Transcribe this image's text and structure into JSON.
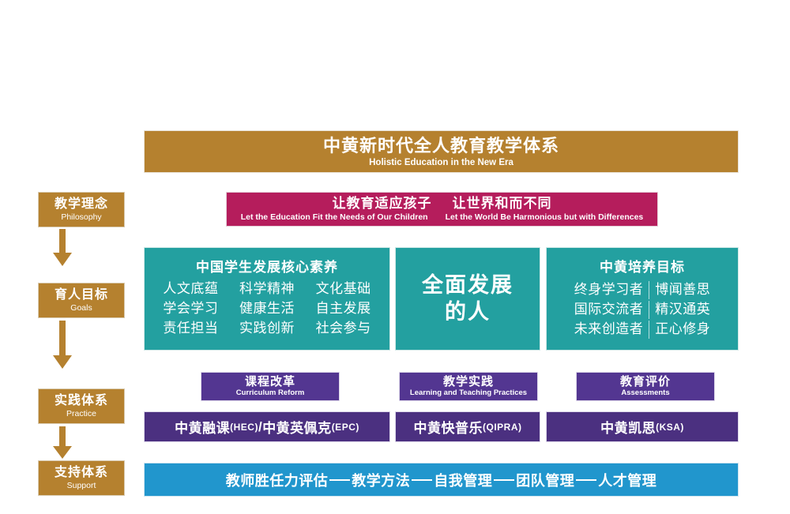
{
  "header": {
    "title_cn": "中黄新时代全人教育教学体系",
    "title_en": "Holistic Education in the New Era",
    "color": "#b5812f"
  },
  "sidebar": {
    "items": [
      {
        "cn": "教学理念",
        "en": "Philosophy"
      },
      {
        "cn": "育人目标",
        "en": "Goals"
      },
      {
        "cn": "实践体系",
        "en": "Practice"
      },
      {
        "cn": "支持体系",
        "en": "Support"
      }
    ],
    "color": "#b5812f",
    "arrow_icon": "down-arrow-icon"
  },
  "philosophy": {
    "color": "#b51d5c",
    "statements": [
      {
        "cn": "让教育适应孩子",
        "en": "Let the Education Fit the Needs of Our Children"
      },
      {
        "cn": "让世界和而不同",
        "en": "Let the World Be Harmonious but with Differences"
      }
    ]
  },
  "goals": {
    "color": "#23a0a0",
    "left_panel": {
      "title": "中国学生发展核心素养",
      "cells": [
        "人文底蕴",
        "科学精神",
        "文化基础",
        "学会学习",
        "健康生活",
        "自主发展",
        "责任担当",
        "实践创新",
        "社会参与"
      ]
    },
    "center_panel": {
      "line1": "全面发展",
      "line2": "的人"
    },
    "right_panel": {
      "title": "中黄培养目标",
      "rows": [
        {
          "left": "终身学习者",
          "right": "博闻善思"
        },
        {
          "left": "国际交流者",
          "right": "精汉通英"
        },
        {
          "left": "未来创造者",
          "right": "正心修身"
        }
      ]
    }
  },
  "practice": {
    "header_color": "#533691",
    "program_color": "#4b3080",
    "headers": [
      {
        "cn": "课程改革",
        "en": "Curriculum Reform"
      },
      {
        "cn": "教学实践",
        "en": "Learning and Teaching Practices"
      },
      {
        "cn": "教育评价",
        "en": "Assessments"
      }
    ],
    "programs": [
      {
        "main": "中黄融课",
        "abbr1": "(HEC)",
        "sep": "/",
        "main2": "中黄英佩克",
        "abbr2": "(EPC)"
      },
      {
        "main": "中黄快普乐",
        "abbr1": "(QIPRA)",
        "sep": "",
        "main2": "",
        "abbr2": ""
      },
      {
        "main": "中黄凯思",
        "abbr1": "(KSA)",
        "sep": "",
        "main2": "",
        "abbr2": ""
      }
    ]
  },
  "support": {
    "color": "#2196cd",
    "items": [
      "教师胜任力评估",
      "教学方法",
      "自我管理",
      "团队管理",
      "人才管理"
    ]
  }
}
